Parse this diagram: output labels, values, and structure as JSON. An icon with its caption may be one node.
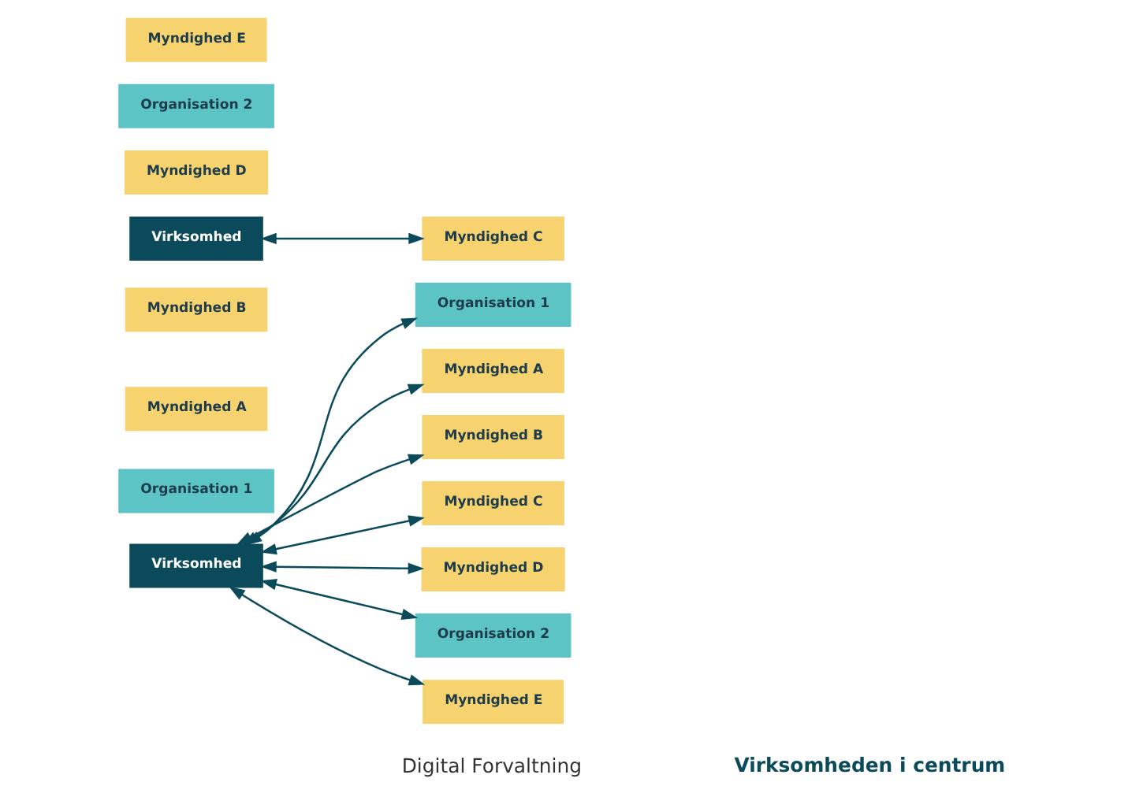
{
  "diagram": {
    "nodes": [
      {
        "text": [
          "Organisation 1"
        ]
      },
      {
        "text": [
          "Myndighed A"
        ]
      },
      {
        "text": [
          "Myndighed B"
        ]
      },
      {
        "text": [
          "Virksomhed"
        ]
      },
      {
        "text": [
          "Myndighed C"
        ]
      },
      {
        "text": [
          "Myndighed D"
        ]
      },
      {
        "text": [
          "Organisation 2"
        ]
      },
      {
        "text": [
          "Myndighed E"
        ]
      },
      {
        "text": [
          "Organisation 1"
        ]
      },
      {
        "text": [
          "Myndighed A"
        ]
      },
      {
        "text": [
          "Myndighed B"
        ]
      },
      {
        "text": [
          "Virksomhed"
        ]
      },
      {
        "text": [
          "Myndighed C"
        ]
      },
      {
        "text": [
          "Myndighed D"
        ]
      },
      {
        "text": [
          "Organisation 2"
        ]
      },
      {
        "text": [
          "Myndighed E"
        ]
      }
    ],
    "edges": [
      {
        "from": 3,
        "to": 0,
        "arrow": "both"
      },
      {
        "from": 3,
        "to": 1,
        "arrow": "both"
      },
      {
        "from": 3,
        "to": 2,
        "arrow": "both"
      },
      {
        "from": 3,
        "to": 4,
        "arrow": "both"
      },
      {
        "from": 3,
        "to": 5,
        "arrow": "both"
      },
      {
        "from": 3,
        "to": 6,
        "arrow": "both"
      },
      {
        "from": 3,
        "to": 7,
        "arrow": "both"
      },
      {
        "from": 11,
        "to": 12,
        "arrow": "both"
      }
    ],
    "labels": [
      "Digital Forvaltning",
      "Virksomheden i centrum"
    ]
  }
}
